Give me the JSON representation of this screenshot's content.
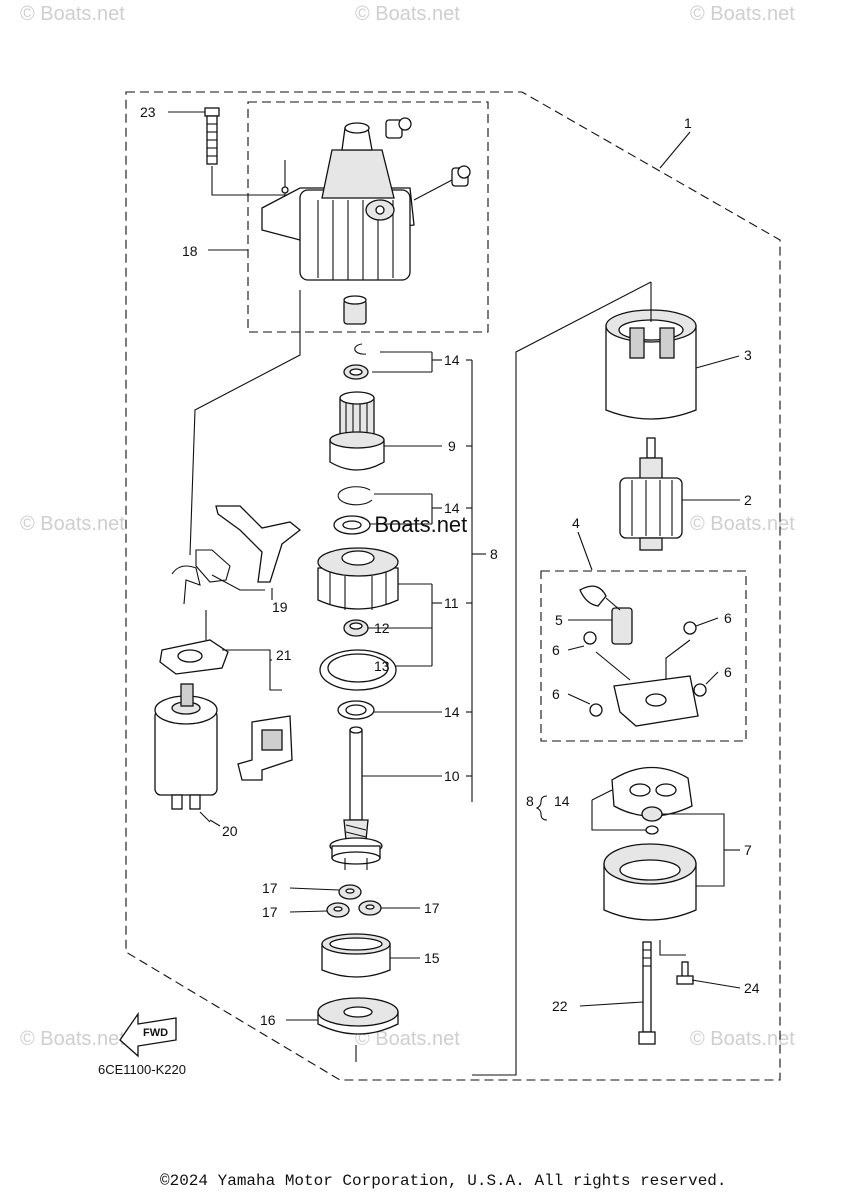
{
  "watermarks": [
    "© Boats.net",
    "© Boats.net",
    "© Boats.net",
    "© Boats.net",
    "© Boats.net",
    "© Boats.net",
    "© Boats.net",
    "© Boats.net",
    "© Boats.net"
  ],
  "center_watermark": "© Boats.net",
  "diagram_code": "6CE1100-K220",
  "fwd_label": "FWD",
  "copyright": "©2024 Yamaha Motor Corporation, U.S.A. All rights reserved.",
  "callouts": {
    "c1": "1",
    "c2": "2",
    "c3": "3",
    "c4": "4",
    "c5": "5",
    "c6a": "6",
    "c6b": "6",
    "c6c": "6",
    "c6d": "6",
    "c7": "7",
    "c8": "8",
    "c8b": "8",
    "c8c": "14",
    "c9": "9",
    "c10": "10",
    "c11": "11",
    "c12": "12",
    "c13": "13",
    "c14a": "14",
    "c14b": "14",
    "c14c": "14",
    "c15": "15",
    "c16": "16",
    "c17a": "17",
    "c17b": "17",
    "c17c": "17",
    "c18": "18",
    "c19": "19",
    "c20": "20",
    "c21": "21",
    "c22": "22",
    "c23": "23",
    "c24": "24"
  }
}
